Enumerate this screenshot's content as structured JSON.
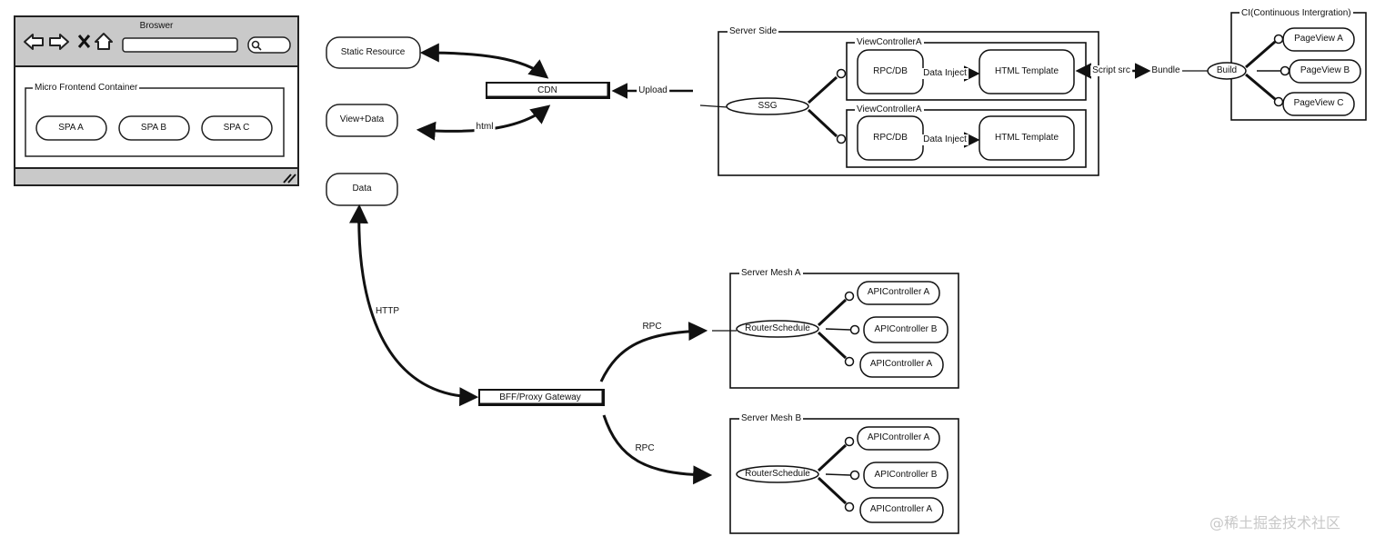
{
  "browser": {
    "title": "Broswer",
    "container_title": "Micro Frontend Container",
    "spa": [
      "SPA A",
      "SPA B",
      "SPA C"
    ],
    "icons": [
      "back-arrow-icon",
      "forward-arrow-icon",
      "close-icon",
      "home-icon",
      "search-icon",
      "resize-grip-icon"
    ]
  },
  "resources": {
    "static": "Static Resource",
    "view_data": "View+Data",
    "data": "Data"
  },
  "cdn": "CDN",
  "edges": {
    "upload": "Upload",
    "html": "html",
    "http": "HTTP",
    "rpc": "RPC",
    "script_src": "Script src",
    "bundle": "Bundle",
    "data_inject": "Data Inject"
  },
  "server_side": {
    "title": "Server Side",
    "ssg": "SSG",
    "controllers": [
      {
        "title": "ViewControllerA",
        "rpc": "RPC/DB",
        "template": "HTML Template"
      },
      {
        "title": "ViewControllerA",
        "rpc": "RPC/DB",
        "template": "HTML Template"
      }
    ]
  },
  "ci": {
    "title": "CI(Continuous Intergration)",
    "build": "Build",
    "pageviews": [
      "PageView A",
      "PageView B",
      "PageView C"
    ]
  },
  "gateway": "BFF/Proxy Gateway",
  "meshes": [
    {
      "title": "Server Mesh A",
      "router": "RouterSchedule",
      "controllers": [
        "APIController A",
        "APIController B",
        "APIController A"
      ]
    },
    {
      "title": "Server Mesh B",
      "router": "RouterSchedule",
      "controllers": [
        "APIController A",
        "APIController B",
        "APIController A"
      ]
    }
  ],
  "watermark": "@稀土掘金技术社区"
}
